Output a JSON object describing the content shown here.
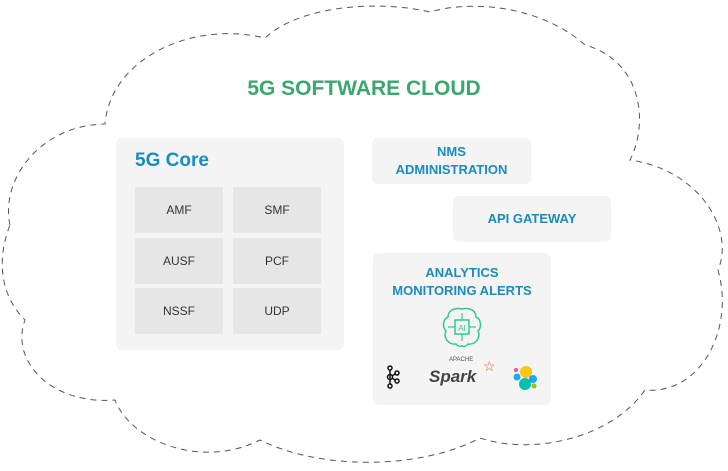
{
  "title": "5G SOFTWARE CLOUD",
  "core": {
    "title": "5G Core",
    "functions": [
      "AMF",
      "SMF",
      "AUSF",
      "PCF",
      "NSSF",
      "UDP"
    ]
  },
  "nms": {
    "line1": "NMS",
    "line2": "ADMINISTRATION"
  },
  "api_gateway": "API GATEWAY",
  "analytics": {
    "line1": "ANALYTICS",
    "line2": "MONITORING ALERTS",
    "ai_icon_text": "AI",
    "spark_text": "Spark",
    "spark_small": "APACHE"
  },
  "colors": {
    "green": "#3aa76d",
    "blue": "#1a8bbf"
  }
}
